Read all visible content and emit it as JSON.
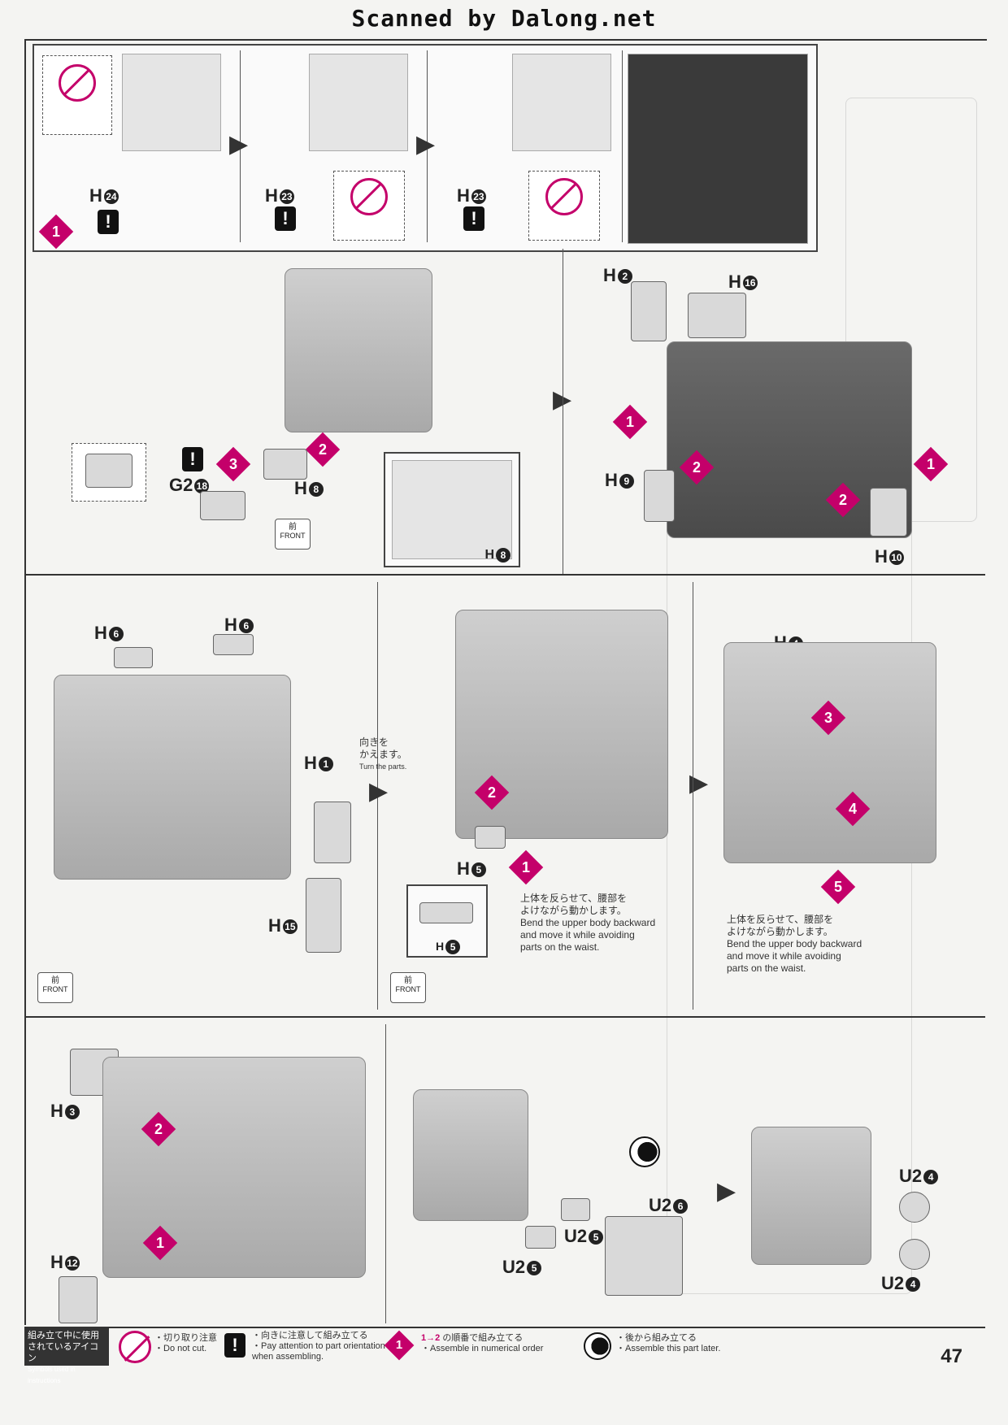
{
  "header": {
    "scan_credit": "Scanned by Dalong.net"
  },
  "parts": {
    "h24": {
      "prefix": "H",
      "num": "24"
    },
    "h23": {
      "prefix": "H",
      "num": "23"
    },
    "h2": {
      "prefix": "H",
      "num": "2"
    },
    "h16": {
      "prefix": "H",
      "num": "16"
    },
    "h9": {
      "prefix": "H",
      "num": "9"
    },
    "h10": {
      "prefix": "H",
      "num": "10"
    },
    "g218": {
      "prefix": "G2",
      "num": "18"
    },
    "h8": {
      "prefix": "H",
      "num": "8"
    },
    "h6": {
      "prefix": "H",
      "num": "6"
    },
    "h1": {
      "prefix": "H",
      "num": "1"
    },
    "h15": {
      "prefix": "H",
      "num": "15"
    },
    "h5": {
      "prefix": "H",
      "num": "5"
    },
    "h4": {
      "prefix": "H",
      "num": "4"
    },
    "h3": {
      "prefix": "H",
      "num": "3"
    },
    "h12": {
      "prefix": "H",
      "num": "12"
    },
    "u26": {
      "prefix": "U2",
      "num": "6"
    },
    "u25": {
      "prefix": "U2",
      "num": "5"
    },
    "u24": {
      "prefix": "U2",
      "num": "4"
    }
  },
  "notes": {
    "turn_jp_1": "向きを",
    "turn_jp_2": "かえます。",
    "turn_en": "Turn the parts.",
    "bend_jp_1": "上体を反らせて、腰部を",
    "bend_jp_2": "よけながら動かします。",
    "bend_en_1": "Bend the upper body backward",
    "bend_en_2": "and move it while avoiding",
    "bend_en_3": "parts on the waist."
  },
  "front_badge": {
    "jp": "前",
    "en": "FRONT"
  },
  "legend": {
    "title_jp_1": "組み立て中に使用",
    "title_jp_2": "されているアイコン",
    "title_en": "Symbols used in instructions",
    "nocut_jp": "・切り取り注意",
    "nocut_en": "・Do not cut.",
    "orient_jp": "・向きに注意して組み立てる",
    "orient_en_1": "・Pay attention to part orientation",
    "orient_en_2": "when assembling.",
    "order_jp": "の順番で組み立てる",
    "order_en": "・Assemble in numerical order",
    "later_jp": "・後から組み立てる",
    "later_en": "・Assemble this part later."
  },
  "page_number": "47",
  "colors": {
    "magenta": "#c4006a",
    "frame": "#333333"
  }
}
